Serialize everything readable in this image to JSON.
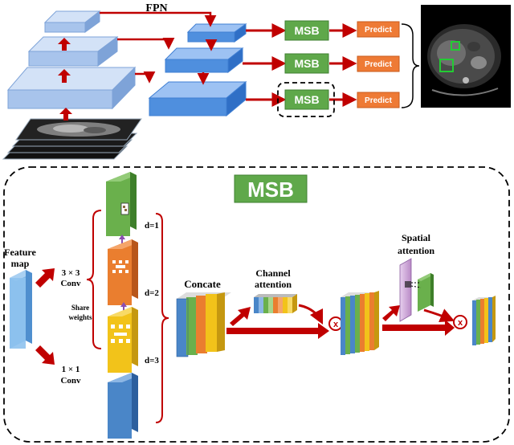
{
  "fpn": {
    "title": "FPN"
  },
  "heads": {
    "msb_label": "MSB",
    "predict_label": "Predict"
  },
  "msb_panel": {
    "title": "MSB",
    "feature_map": [
      "Feature",
      "map"
    ],
    "conv3": [
      "3 × 3",
      "Conv"
    ],
    "conv1": [
      "1 × 1",
      "Conv"
    ],
    "share_weights": [
      "Share",
      "weights"
    ],
    "dilations": [
      "d=1",
      "d=2",
      "d=3"
    ],
    "concate": "Concate",
    "channel_attention": [
      "Channel",
      "attention"
    ],
    "spatial_attention": [
      "Spatial",
      "attention"
    ],
    "multiply_symbol": "x"
  },
  "colors": {
    "arrow_red": "#c00000",
    "msb_green": "#5fa84a",
    "predict_orange": "#ee7a35",
    "fpn_light_blue": "#a7c3ec",
    "fpn_blue": "#4f8fde",
    "feature_green": "#6ab04c",
    "feature_orange": "#ea7e2f",
    "feature_yellow": "#f2c31a",
    "feature_blue": "#4a86c8"
  }
}
